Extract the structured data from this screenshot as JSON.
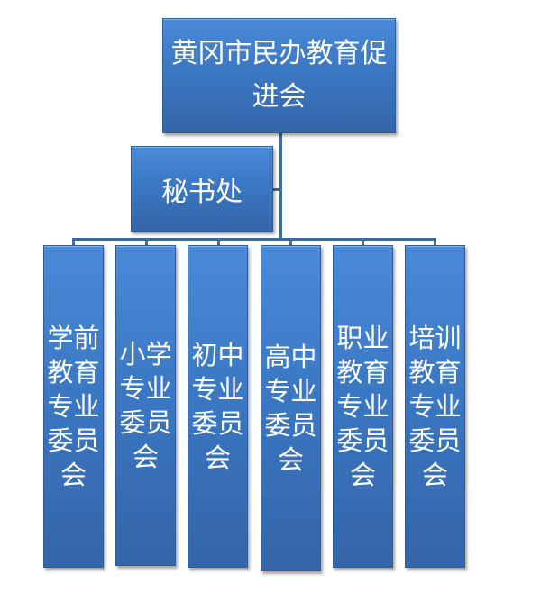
{
  "root": {
    "label": "黄冈市民办教育促进会"
  },
  "secretariat": {
    "label": "秘书处"
  },
  "committees": [
    {
      "label": "学前教育专业委员会"
    },
    {
      "label": "小学专业委员会"
    },
    {
      "label": "初中专业委员会"
    },
    {
      "label": "高中专业委员会"
    },
    {
      "label": "职业教育专业委员会"
    },
    {
      "label": "培训教育专业委员会"
    }
  ],
  "colors": {
    "box": "#3b78c4",
    "connector": "#3e6a9c",
    "text": "#ffffff"
  }
}
